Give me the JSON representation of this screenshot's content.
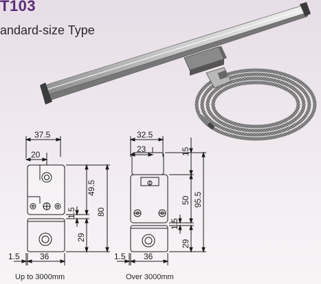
{
  "header": {
    "title": "T103",
    "subtitle": "andard-size Type"
  },
  "drawing_left": {
    "width_total": "37.5",
    "width_inner": "20",
    "height_upper": "49.5",
    "height_total": "80",
    "gap": "1.5",
    "height_lower": "29",
    "offset": "1.5",
    "base_width": "36",
    "caption": "Up to 3000mm"
  },
  "drawing_right": {
    "width_total": "32.5",
    "width_inner": "23",
    "top_offset": "15",
    "height_upper": "50",
    "height_total": "95.5",
    "gap": "1.5",
    "height_lower": "29",
    "offset": "1.5",
    "base_width": "36",
    "caption": "Over 3000mm"
  },
  "colors": {
    "title": "#5a2c78",
    "background": "#ece3ea",
    "line": "#1a1a1a"
  }
}
